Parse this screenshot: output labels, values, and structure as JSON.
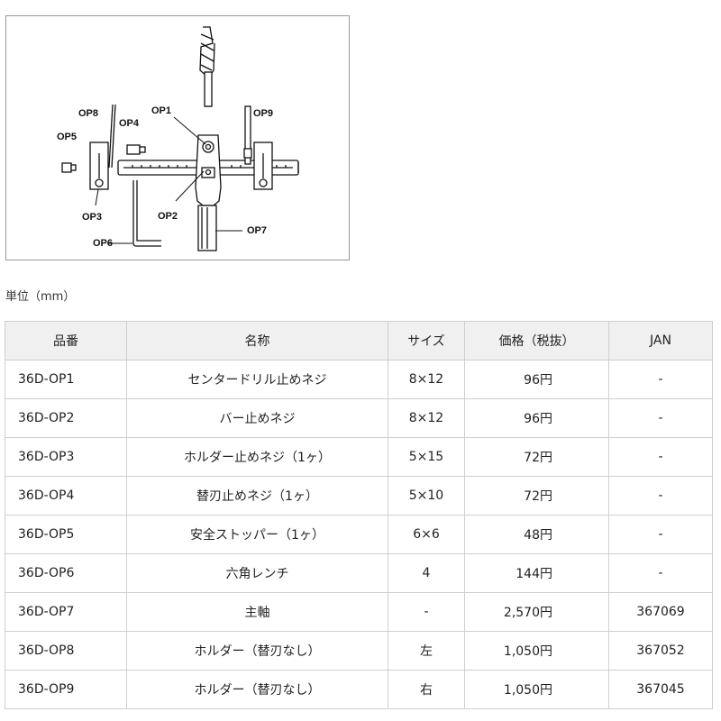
{
  "diagram": {
    "labels": [
      "OP1",
      "OP2",
      "OP3",
      "OP4",
      "OP5",
      "OP6",
      "OP7",
      "OP8",
      "OP9"
    ]
  },
  "unit_note": "単位（mm）",
  "table": {
    "headers": [
      "品番",
      "名称",
      "サイズ",
      "価格（税抜）",
      "JAN"
    ],
    "rows": [
      [
        "36D-OP1",
        "センタードリル止めネジ",
        "8×12",
        "96円",
        "-"
      ],
      [
        "36D-OP2",
        "バー止めネジ",
        "8×12",
        "96円",
        "-"
      ],
      [
        "36D-OP3",
        "ホルダー止めネジ（1ヶ）",
        "5×15",
        "72円",
        "-"
      ],
      [
        "36D-OP4",
        "替刃止めネジ（1ヶ）",
        "5×10",
        "72円",
        "-"
      ],
      [
        "36D-OP5",
        "安全ストッパー（1ヶ）",
        "6×6",
        "48円",
        "-"
      ],
      [
        "36D-OP6",
        "六角レンチ",
        "4",
        "144円",
        "-"
      ],
      [
        "36D-OP7",
        "主軸",
        "-",
        "2,570円",
        "367069"
      ],
      [
        "36D-OP8",
        "ホルダー（替刃なし）",
        "左",
        "1,050円",
        "367052"
      ],
      [
        "36D-OP9",
        "ホルダー（替刃なし）",
        "右",
        "1,050円",
        "367045"
      ]
    ]
  }
}
